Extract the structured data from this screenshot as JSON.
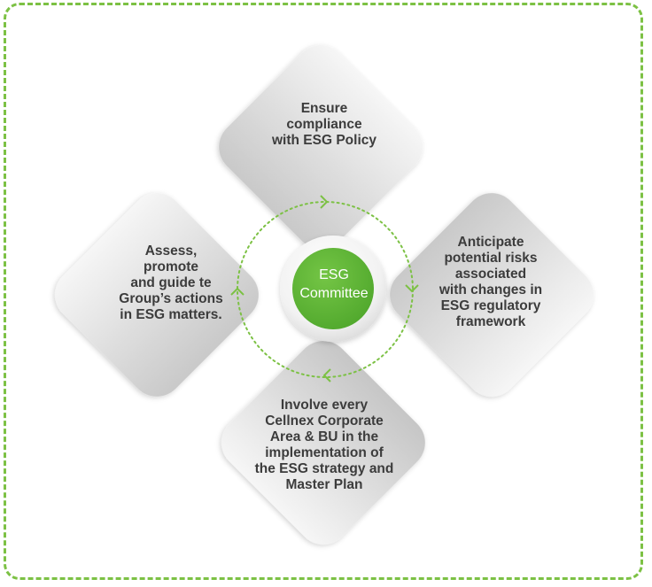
{
  "center": {
    "line1": "ESG",
    "line2": "Committee"
  },
  "boxes": {
    "top": "Ensure\ncompliance\nwith ESG Policy",
    "right": "Anticipate\npotential risks\nassociated\nwith changes in\nESG regulatory\nframework",
    "bottom": "Involve every\nCellnex Corporate\nArea & BU in the\nimplementation of\nthe ESG strategy and\nMaster Plan",
    "left": "Assess,\npromote\nand guide te\nGroup’s actions\nin ESG matters."
  },
  "colors": {
    "accent": "#7cc144",
    "green_circle": "#5cb531",
    "box_light": "#f4f4f4",
    "box_dark": "#c4c4c4",
    "text": "#3c3c3c"
  }
}
